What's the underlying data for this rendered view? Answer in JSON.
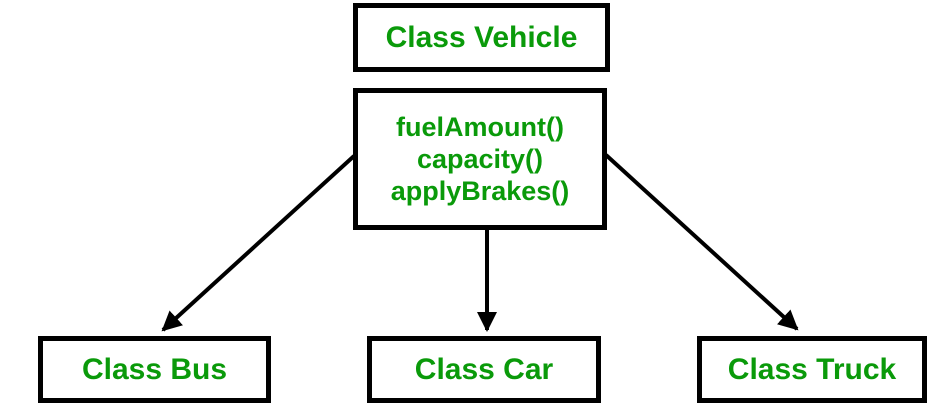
{
  "diagram": {
    "parent_box": {
      "label": "Class Vehicle"
    },
    "methods_box": {
      "methods": [
        "fuelAmount()",
        "capacity()",
        "applyBrakes()"
      ]
    },
    "child_boxes": [
      {
        "label": "Class Bus"
      },
      {
        "label": "Class Car"
      },
      {
        "label": "Class Truck"
      }
    ],
    "colors": {
      "text_green": "#0a9a0a",
      "border_black": "#000000",
      "background": "#ffffff"
    }
  }
}
